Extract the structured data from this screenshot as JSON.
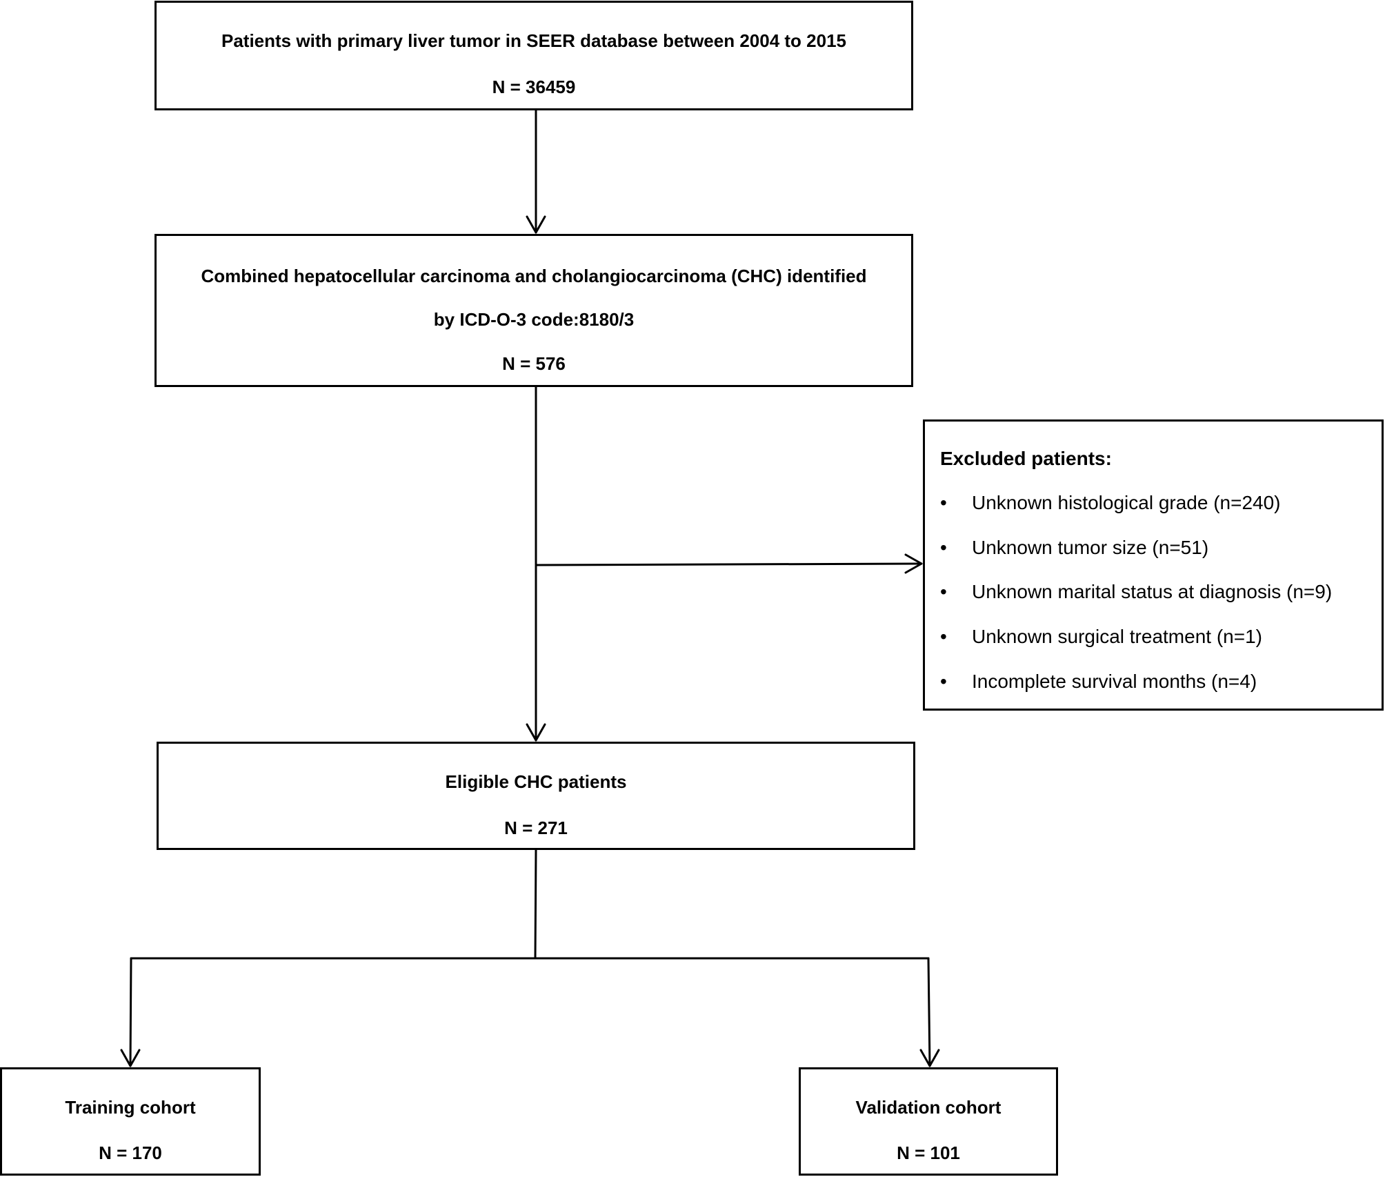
{
  "box1": {
    "line1": "Patients with primary liver tumor in SEER database between 2004 to 2015",
    "count": "N = 36459"
  },
  "box2": {
    "line1": "Combined hepatocellular carcinoma and cholangiocarcinoma (CHC) identified",
    "line2": "by ICD-O-3 code:8180/3",
    "count": "N = 576"
  },
  "excluded": {
    "title": "Excluded patients:",
    "bullet": "•",
    "items": [
      "Unknown histological grade (n=240)",
      "Unknown tumor size (n=51)",
      "Unknown marital status at diagnosis (n=9)",
      "Unknown surgical treatment (n=1)",
      "Incomplete survival months (n=4)"
    ]
  },
  "eligible": {
    "line1": "Eligible CHC patients",
    "count": "N = 271"
  },
  "training": {
    "line1": "Training cohort",
    "count": "N = 170"
  },
  "validation": {
    "line1": "Validation cohort",
    "count": "N = 101"
  }
}
